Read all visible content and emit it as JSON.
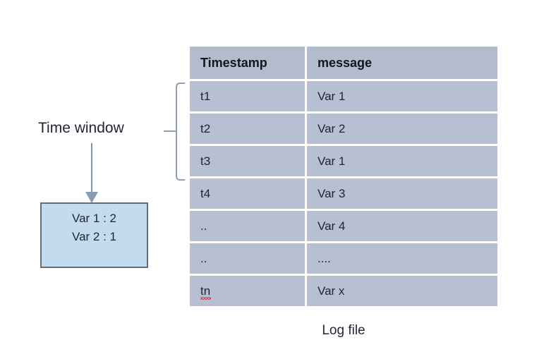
{
  "diagram": {
    "time_window_label": "Time window",
    "caption": "Log file",
    "result_box": {
      "lines": [
        "Var 1 : 2",
        "Var 2 : 1"
      ]
    },
    "bracket": {
      "covers_rows": [
        "t1",
        "t2",
        "t3"
      ]
    }
  },
  "table": {
    "columns": [
      "Timestamp",
      "message"
    ],
    "rows": [
      {
        "timestamp": "t1",
        "message": "Var 1"
      },
      {
        "timestamp": "t2",
        "message": "Var 2"
      },
      {
        "timestamp": "t3",
        "message": "Var 1"
      },
      {
        "timestamp": "t4",
        "message": "Var 3"
      },
      {
        "timestamp": "..",
        "message": "Var 4"
      },
      {
        "timestamp": "..",
        "message": "...."
      },
      {
        "timestamp": "tn",
        "message": "Var x"
      }
    ]
  },
  "colors": {
    "header_cell": "#b2bccd",
    "body_cell": "#b6c0d2",
    "box_fill": "#c3daef",
    "box_border": "#5d7083",
    "connector": "#7e93a8",
    "text": "#1f2533",
    "spellcheck_underline": "#d4444a",
    "page_background": "#ffffff"
  }
}
